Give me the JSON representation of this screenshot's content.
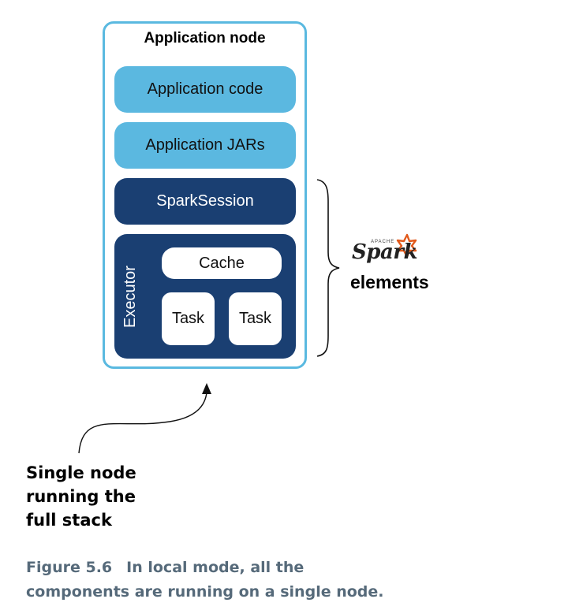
{
  "diagram": {
    "application_node": {
      "title": "Application node",
      "blocks": [
        {
          "label": "Application code"
        },
        {
          "label": "Application JARs"
        },
        {
          "label": "SparkSession"
        }
      ],
      "executor": {
        "label": "Executor",
        "cache": "Cache",
        "tasks": [
          "Task",
          "Task"
        ]
      }
    },
    "bracket_annotation": {
      "logo_small_text": "APACHE",
      "logo_text": "Spark",
      "label": "elements"
    },
    "callout": {
      "lines": [
        "Single node",
        "running the",
        "full stack"
      ]
    }
  },
  "caption": {
    "number": "Figure 5.6",
    "text_line1": "In local mode, all the",
    "text_line2": "components are running on a single node."
  },
  "colors": {
    "node_border": "#5ab9e0",
    "light_block": "#5bb8e0",
    "dark_block": "#1a3f72",
    "spark_star": "#e25a1c",
    "caption": "#566a7a"
  }
}
